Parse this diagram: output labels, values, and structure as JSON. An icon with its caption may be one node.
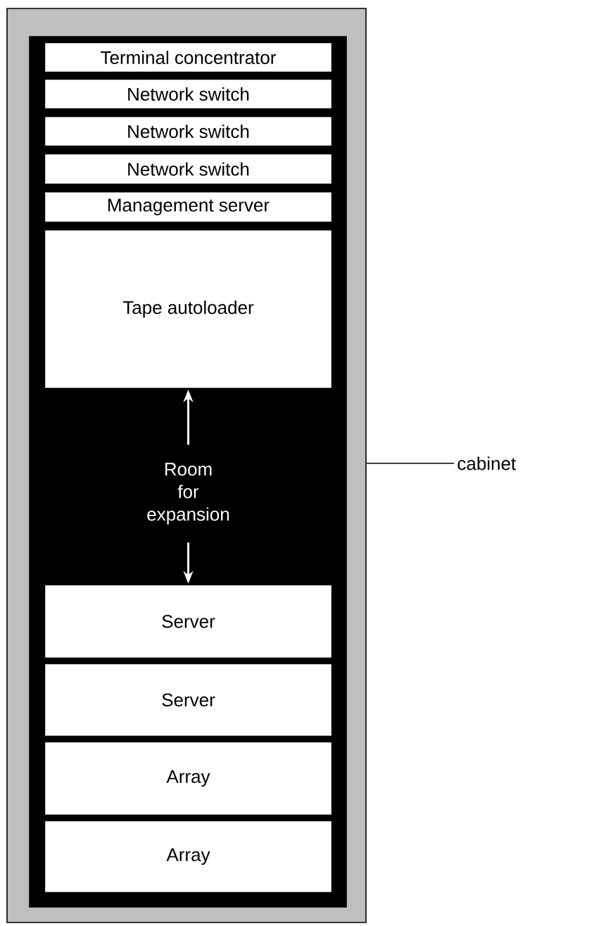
{
  "diagram": {
    "nodes": [
      {
        "text": [],
        "shape": "box"
      },
      {
        "text": [],
        "shape": "box",
        "in": 0
      },
      {
        "text": [
          "Terminal concentrator"
        ],
        "in": 1
      },
      {
        "text": [
          "Network switch"
        ],
        "in": 1
      },
      {
        "text": [
          "Network switch"
        ],
        "in": 1
      },
      {
        "text": [
          "Network switch"
        ],
        "in": 1
      },
      {
        "text": [
          "Management server"
        ],
        "in": 1
      },
      {
        "text": [
          "Tape autoloader"
        ],
        "in": 1
      },
      {
        "text": [
          "Room for expansion"
        ],
        "in": 1
      },
      {
        "text": [
          "Server"
        ],
        "in": 1
      },
      {
        "text": [
          "Server"
        ],
        "in": 1
      },
      {
        "text": [
          "Array"
        ],
        "in": 1
      },
      {
        "text": [
          "Array"
        ],
        "in": 1
      },
      {
        "text": [
          "cabinet"
        ]
      }
    ],
    "edges": [
      {
        "from": 8,
        "to": 7,
        "arrow": "to"
      },
      {
        "from": 8,
        "to": 9,
        "arrow": "to"
      },
      {
        "from": 13,
        "to": 0,
        "arrow": "none",
        "color": "#000000"
      }
    ]
  }
}
